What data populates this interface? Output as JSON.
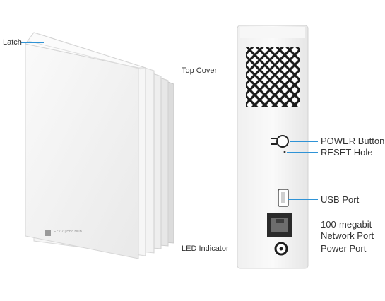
{
  "labels": {
    "latch": "Latch",
    "top_cover": "Top Cover",
    "led_indicator": "LED Indicator",
    "power_button": "POWER Button",
    "reset_hole": "RESET Hole",
    "usb_port": "USB Port",
    "network_port_line1": "100-megabit",
    "network_port_line2": "Network Port",
    "power_port": "Power Port"
  },
  "device_logo": "EZVIZ | HB8 HUB",
  "colors": {
    "leader_line": "#2f93d6",
    "label_text": "#333333",
    "device_body": "#f4f4f4"
  }
}
